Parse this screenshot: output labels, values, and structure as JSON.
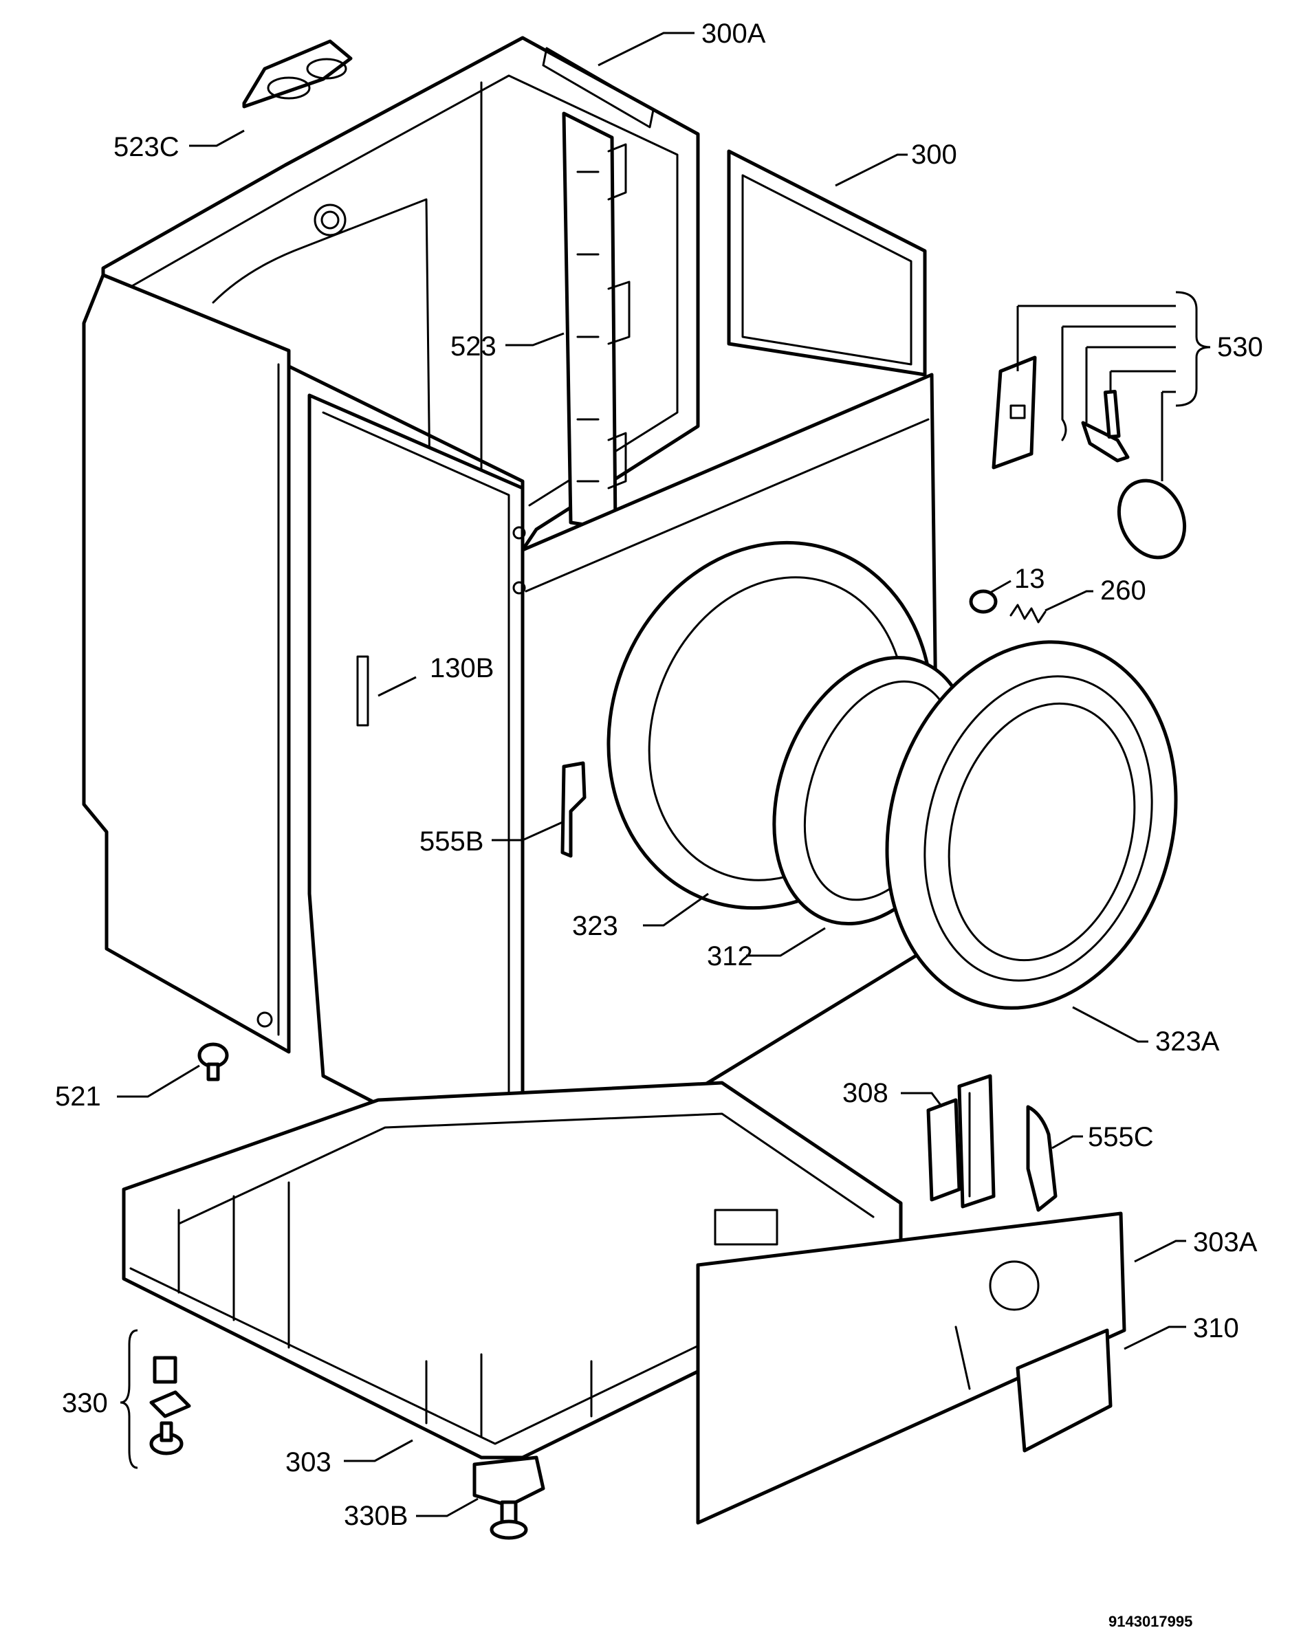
{
  "labels": {
    "l300A": "300A",
    "l523C": "523C",
    "l300": "300",
    "l523": "523",
    "l530": "530",
    "l13": "13",
    "l260": "260",
    "l130B": "130B",
    "l555B": "555B",
    "l323": "323",
    "l312": "312",
    "l323A": "323A",
    "l521": "521",
    "l308": "308",
    "l555C": "555C",
    "l303A": "303A",
    "l310": "310",
    "l330": "330",
    "l303": "303",
    "l330B": "330B"
  },
  "document_number": "9143017995"
}
